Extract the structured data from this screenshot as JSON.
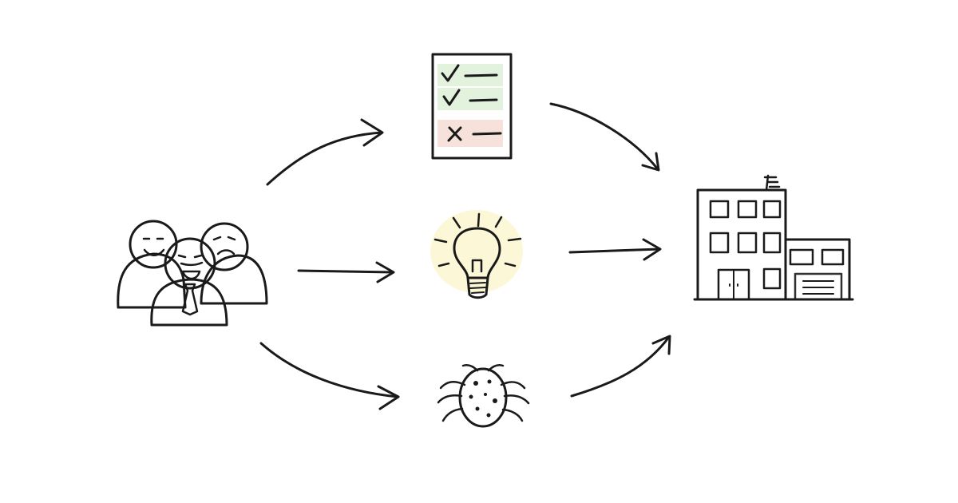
{
  "diagram": {
    "nodes": [
      {
        "id": "team",
        "icon": "people-group-icon"
      },
      {
        "id": "requirements",
        "icon": "checklist-icon"
      },
      {
        "id": "idea",
        "icon": "lightbulb-icon"
      },
      {
        "id": "bug",
        "icon": "bug-icon"
      },
      {
        "id": "company",
        "icon": "office-building-icon"
      }
    ],
    "edges": [
      {
        "from": "team",
        "to": "requirements"
      },
      {
        "from": "team",
        "to": "idea"
      },
      {
        "from": "team",
        "to": "bug"
      },
      {
        "from": "requirements",
        "to": "company"
      },
      {
        "from": "idea",
        "to": "company"
      },
      {
        "from": "bug",
        "to": "company"
      }
    ],
    "colors": {
      "ink": "#1a1a1a",
      "face_yellow": "#f2dcae",
      "face_brown": "#c99a6e",
      "face_orange": "#e8bf8f",
      "body_pink": "#f5dde3",
      "body_gray": "#c9ccd6",
      "body_lavender": "#dcdcef",
      "tie": "#e8837a",
      "check_green": "#cfe9c6",
      "cross_red": "#f4d4cc",
      "bulb_glow": "#fbf3c4",
      "bug_body": "#d8c3bd",
      "window_blue": "#dce8f1",
      "door_pink": "#f3ded8"
    }
  }
}
